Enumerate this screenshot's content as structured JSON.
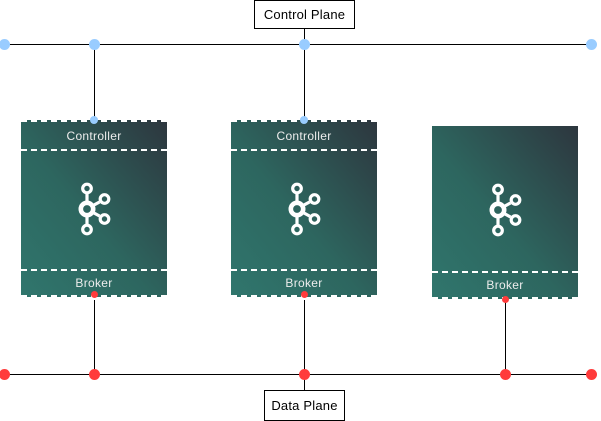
{
  "diagram": {
    "control_plane": {
      "label": "Control Plane"
    },
    "data_plane": {
      "label": "Data Plane"
    },
    "nodes": [
      {
        "id": "node-1",
        "controller_label": "Controller",
        "broker_label": "Broker",
        "icon": "kafka-logo"
      },
      {
        "id": "node-2",
        "controller_label": "Controller",
        "broker_label": "Broker",
        "icon": "kafka-logo"
      },
      {
        "id": "node-3",
        "broker_label": "Broker",
        "icon": "kafka-logo"
      }
    ]
  },
  "colors": {
    "background": "#ffffff",
    "connector_line": "#000000",
    "control_dot": "#99ccff",
    "data_dot": "#ff3b3b",
    "node_border": "#ffffff",
    "node_gradient_start": "#30766d",
    "node_gradient_mid": "#2d665f",
    "node_gradient_end": "#2d363e",
    "node_label_text": "#ededed",
    "plane_label_text": "#000000",
    "plane_label_bg": "#ffffff",
    "plane_label_border": "#000000"
  }
}
